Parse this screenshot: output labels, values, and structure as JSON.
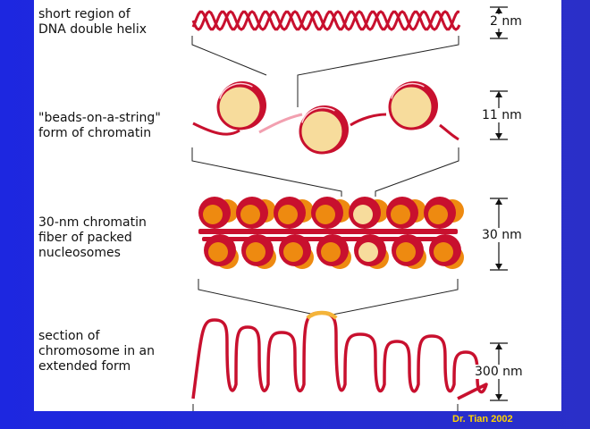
{
  "colors": {
    "border_blue": "#1a22d8",
    "panel": "#ffffff",
    "dna_red": "#c8102e",
    "bead_fill": "#f7dc9c",
    "histone_orange": "#ee8a10",
    "linker_pink": "#f2a0b0",
    "highlight_gold": "#f4b43a",
    "credit": "#ffd400"
  },
  "levels": [
    {
      "label_lines": [
        "short region of",
        "DNA double helix"
      ],
      "scale": "2 nm"
    },
    {
      "label_lines": [
        "\"beads-on-a-string\"",
        "form of chromatin"
      ],
      "scale": "11 nm"
    },
    {
      "label_lines": [
        "30-nm chromatin",
        "fiber of packed",
        "nucleosomes"
      ],
      "scale": "30 nm"
    },
    {
      "label_lines": [
        "section of",
        "chromosome in an",
        "extended form"
      ],
      "scale": "300 nm"
    }
  ],
  "credit": "Dr. Tian 2002"
}
